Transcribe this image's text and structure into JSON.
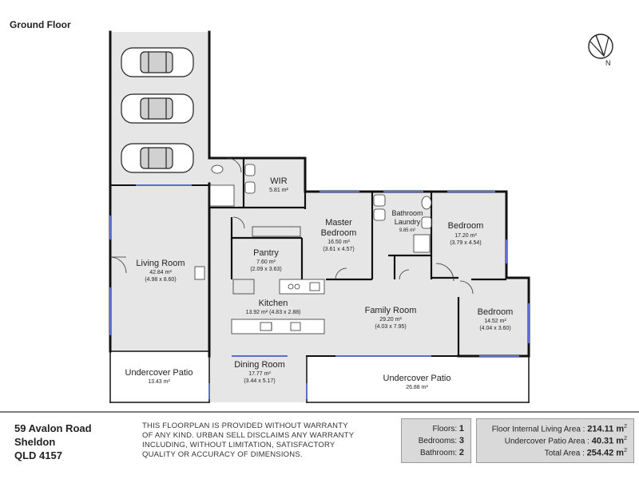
{
  "floor_label": "Ground Floor",
  "compass_label": "N",
  "rooms": {
    "wir": {
      "name": "WIR",
      "area": "5.81 m²"
    },
    "master_bedroom": {
      "name1": "Master",
      "name2": "Bedroom",
      "area": "16.50 m²",
      "dims": "(3.61 x 4.57)"
    },
    "bathroom_laundry": {
      "name1": "Bathroom",
      "name2": "Laundry",
      "area": "9.85 m²"
    },
    "bedroom_2": {
      "name": "Bedroom",
      "area": "17.20 m²",
      "dims": "(3.79 x 4.54)"
    },
    "living_room": {
      "name": "Living Room",
      "area": "42.84 m²",
      "dims": "(4.98 x 8.60)"
    },
    "pantry": {
      "name": "Pantry",
      "area": "7.60 m²",
      "dims": "(2.09 x 3.63)"
    },
    "kitchen": {
      "name": "Kitchen",
      "area": "13.92 m² (4.83 x 2.88)"
    },
    "family_room": {
      "name": "Family Room",
      "area": "29.20 m²",
      "dims": "(4.03 x 7.95)"
    },
    "bedroom_3": {
      "name": "Bedroom",
      "area": "14.52 m²",
      "dims": "(4.04 x 3.60)"
    },
    "dining_room": {
      "name": "Dining Room",
      "area": "17.77 m²",
      "dims": "(3.44 x 5.17)"
    },
    "patio_left": {
      "name": "Undercover Patio",
      "area": "13.43 m²"
    },
    "patio_right": {
      "name": "Undercover Patio",
      "area": "26.88 m²"
    }
  },
  "address": {
    "line1": "59 Avalon Road",
    "line2": "Sheldon",
    "line3": "QLD 4157"
  },
  "disclaimer": [
    "THIS FLOORPLAN IS PROVIDED WITHOUT WARRANTY",
    "OF ANY KIND. URBAN SELL DISCLAIMS ANY WARRANTY",
    "INCLUDING, WITHOUT LIMITATION, SATISFACTORY",
    "QUALITY OR ACCURACY OF DIMENSIONS."
  ],
  "counts": {
    "floors_label": "Floors:",
    "floors_value": "1",
    "bedrooms_label": "Bedrooms:",
    "bedrooms_value": "3",
    "bathroom_label": "Bathroom:",
    "bathroom_value": "2"
  },
  "areas": {
    "internal_label": "Floor Internal Living Area :",
    "internal_value": "214.11 m",
    "patio_label": "Undercover Patio Area :",
    "patio_value": "40.31 m",
    "total_label": "Total Area :",
    "total_value": "254.42 m",
    "superscript": "2"
  },
  "colors": {
    "floor_fill": "#e6e6e6",
    "wall": "#111111",
    "window": "#5a6fd0",
    "info_box": "#d9d9d9"
  }
}
